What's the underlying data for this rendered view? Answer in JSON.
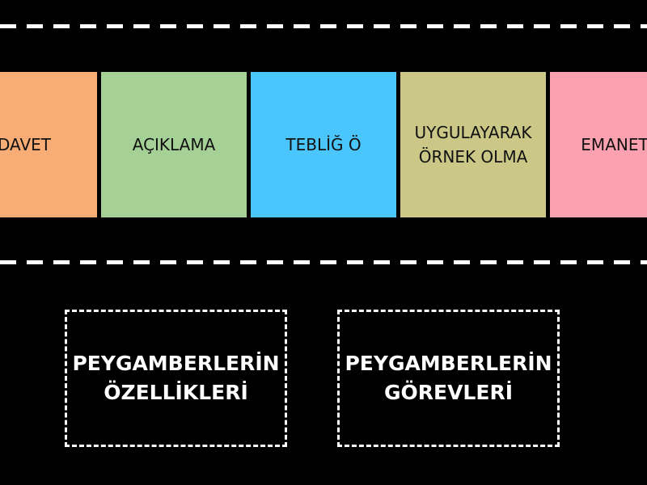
{
  "cards": [
    {
      "label": "DAVET",
      "color": "#f7ad75"
    },
    {
      "label": "AÇIKLAMA",
      "color": "#a5d197"
    },
    {
      "label": "TEBLİĞ Ö",
      "color": "#4ac6fc"
    },
    {
      "label": "UYGULAYARAK\nÖRNEK OLMA",
      "color": "#cac787"
    },
    {
      "label": "EMANET",
      "color": "#fba1b0"
    }
  ],
  "dropzones": [
    {
      "label": "PEYGAMBERLERİN\nÖZELLİKLERİ"
    },
    {
      "label": "PEYGAMBERLERİN\nGÖREVLERİ"
    }
  ],
  "colors": {
    "background": "#000000",
    "dash": "#ffffff"
  }
}
